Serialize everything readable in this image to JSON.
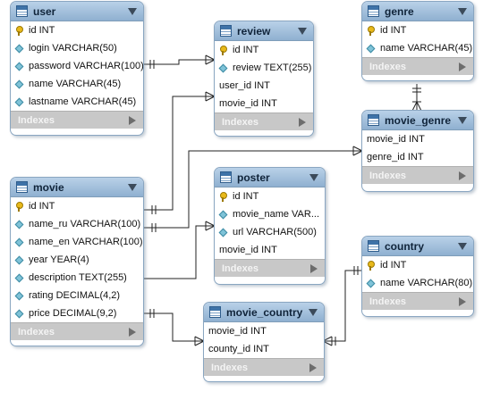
{
  "indexes_label": "Indexes",
  "colors": {
    "header_top": "#b9d1e8",
    "header_bottom": "#8fb0d0",
    "line": "#222222",
    "indexes_bar": "#c8c8c8"
  },
  "tables": {
    "user": {
      "name": "user",
      "columns": [
        {
          "icon": "key-icon",
          "text": "id INT"
        },
        {
          "icon": "diamond-icon",
          "text": "login VARCHAR(50)"
        },
        {
          "icon": "diamond-icon",
          "text": "password VARCHAR(100)"
        },
        {
          "icon": "diamond-icon",
          "text": "name VARCHAR(45)"
        },
        {
          "icon": "diamond-icon",
          "text": "lastname VARCHAR(45)"
        }
      ]
    },
    "review": {
      "name": "review",
      "columns": [
        {
          "icon": "key-icon",
          "text": "id INT"
        },
        {
          "icon": "diamond-icon",
          "text": "review TEXT(255)"
        },
        {
          "icon": "none",
          "text": "user_id INT"
        },
        {
          "icon": "none",
          "text": "movie_id INT"
        }
      ]
    },
    "genre": {
      "name": "genre",
      "columns": [
        {
          "icon": "key-icon",
          "text": "id INT"
        },
        {
          "icon": "diamond-icon",
          "text": "name VARCHAR(45)"
        }
      ]
    },
    "movie_genre": {
      "name": "movie_genre",
      "columns": [
        {
          "icon": "none",
          "text": "movie_id INT"
        },
        {
          "icon": "none",
          "text": "genre_id INT"
        }
      ]
    },
    "movie": {
      "name": "movie",
      "columns": [
        {
          "icon": "key-icon",
          "text": "id INT"
        },
        {
          "icon": "diamond-icon",
          "text": "name_ru VARCHAR(100)"
        },
        {
          "icon": "diamond-icon",
          "text": "name_en VARCHAR(100)"
        },
        {
          "icon": "diamond-icon",
          "text": "year YEAR(4)"
        },
        {
          "icon": "diamond-icon",
          "text": "description TEXT(255)"
        },
        {
          "icon": "diamond-icon",
          "text": "rating DECIMAL(4,2)"
        },
        {
          "icon": "diamond-icon",
          "text": "price DECIMAL(9,2)"
        }
      ]
    },
    "poster": {
      "name": "poster",
      "columns": [
        {
          "icon": "key-icon",
          "text": "id INT"
        },
        {
          "icon": "diamond-icon",
          "text": "movie_name VAR..."
        },
        {
          "icon": "diamond-icon",
          "text": "url VARCHAR(500)"
        },
        {
          "icon": "none",
          "text": "movie_id INT"
        }
      ]
    },
    "country": {
      "name": "country",
      "columns": [
        {
          "icon": "key-icon",
          "text": "id INT"
        },
        {
          "icon": "diamond-icon",
          "text": "name VARCHAR(80)"
        }
      ]
    },
    "movie_country": {
      "name": "movie_country",
      "columns": [
        {
          "icon": "none",
          "text": "movie_id INT"
        },
        {
          "icon": "none",
          "text": "county_id INT"
        }
      ]
    }
  }
}
